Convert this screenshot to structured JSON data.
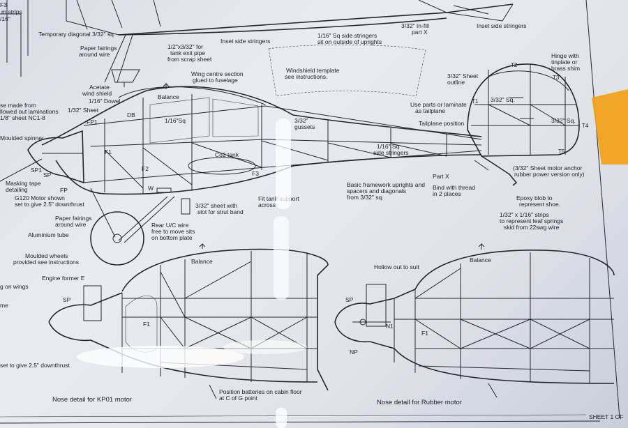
{
  "labels": {
    "l_strips": "m strips",
    "l_f3_top": "F3",
    "l_16": "/16\"",
    "l_temp_diag": "Temporary diagonal 3/32\" sq.",
    "l_paper_fair1": "Paper fairings",
    "l_around_wire1": "around wire",
    "l_tank_pipe1": "1/2\"x3/32\" for",
    "l_tank_pipe2": "tank exit pipe",
    "l_tank_pipe3": "from scrap sheet",
    "l_inset_side1": "Inset side stringers",
    "l_sq_side1": "1/16\" Sq side stringers",
    "l_sq_side2": "sit on outside of uprights",
    "l_infill1": "3/32\" In-fill",
    "l_infill2": "part X",
    "l_inset_side2": "Inset side stringers",
    "l_windshield1": "Windshield template",
    "l_windshield2": "see instructions.",
    "l_wing_centre1": "Wing centre section",
    "l_wing_centre2": "glued to fuselage",
    "l_acetate1": "Acetate",
    "l_acetate2": "wind shield",
    "l_balance1": "Balance",
    "l_dowel": "1/16\" Dowel",
    "l_sheet_132": "1/32\" Sheet",
    "l_db": "DB",
    "l_fp1": "FP1",
    "l_116sq": "1/16\"Sq",
    "l_gussets1": "3/32\"",
    "l_gussets2": "gussets",
    "l_f1": "F1",
    "l_f2": "F2",
    "l_f3": "F3",
    "l_co2": "Co2 tank",
    "l_w": "W",
    "l_made_from1": "se made from",
    "l_made_from2": "llowed out laminations",
    "l_made_from3": "1/8\" sheet NC1-8",
    "l_moulded_spinner": "Moulded spinner",
    "l_sp1": "SP1",
    "l_sp": "SP",
    "l_masking1": "Masking tape",
    "l_masking2": "detailing",
    "l_fp": "FP",
    "l_motor1": "G120 Motor shown",
    "l_motor2": "set to give 2.5\" downthrust",
    "l_sheet_strut1": "3/32\" sheet with",
    "l_sheet_strut2": "slot for strut band",
    "l_fit_tank1": "Fit tank support",
    "l_fit_tank2": "across",
    "l_paper_fair2": "Paper fairings",
    "l_around_wire2": "around wire",
    "l_rear_uc1": "Rear U/C wire",
    "l_rear_uc2": "free to move sits",
    "l_rear_uc3": "on bottom plate",
    "l_aluminium": "Aluminium tube",
    "l_wheels1": "Moulded wheels",
    "l_wheels2": "provided see instructions",
    "l_on_wings": "g on wings",
    "l_me": "me",
    "l_side_str1": "1/16\" Sq",
    "l_side_str2": "side stringers",
    "l_basic1": "Basic framework uprights and",
    "l_basic2": "spacers and diagonals",
    "l_basic3": "from 3/32\" sq.",
    "l_part_x": "Part X",
    "l_use_parts1": "Use parts or laminate",
    "l_use_parts2": "as tailplane",
    "l_tailplane_pos": "Tailplane position",
    "l_sheet_outline1": "3/32\" Sheet",
    "l_sheet_outline2": "outline",
    "l_hinge1": "Hinge with",
    "l_hinge2": "tinplate or",
    "l_hinge3": "brass shim",
    "l_332sq_a": "3/32\" Sq.",
    "l_332sq_b": "3/32\" Sq.",
    "l_t1": "T1",
    "l_t2": "T2",
    "l_t3": "T3",
    "l_t4": "T4",
    "l_t5": "T5",
    "l_anchor1": "(3/32\" Sheet motor anchor",
    "l_anchor2": "rubber power version only)",
    "l_bind1": "Bind with thread",
    "l_bind2": "in 2 places",
    "l_epoxy1": "Epoxy blob to",
    "l_epoxy2": "represent shoe.",
    "l_strips1": "1/32\" x 1/16\" strips",
    "l_strips2": "to represent leaf springs",
    "l_strips3": "skid from 22swg wire",
    "l_engine_former": "Engine former E",
    "l_sp_a": "SP",
    "l_f1_a": "F1",
    "l_balance2": "Balance",
    "l_downthrust": "set to give 2.5\" downthrust",
    "l_nose_kp01": "Nose detail for KP01 motor",
    "l_batteries1": "Position batteries on cabin floor",
    "l_batteries2": "at C of G point",
    "l_hollow": "Hollow out to suit",
    "l_balance3": "Balance",
    "l_sp_b": "SP",
    "l_n1": "N1",
    "l_f1_b": "F1",
    "l_np": "NP",
    "l_nose_rubber": "Nose detail for Rubber motor",
    "l_sheet": "SHEET 1 OF"
  },
  "colors": {
    "paper": "#e4e7ec",
    "ink": "#23262d",
    "tape": "#f2a21d"
  }
}
